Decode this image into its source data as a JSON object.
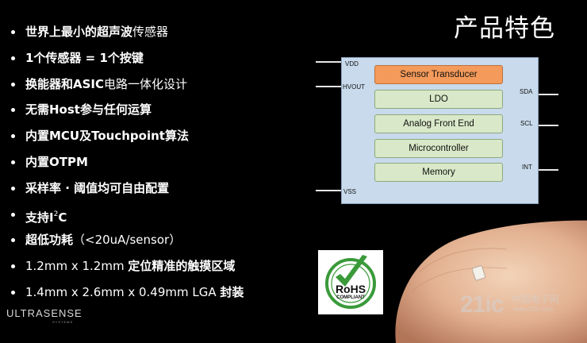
{
  "title": "产品特色",
  "bullets": [
    {
      "lead": "世界上最小的超声波",
      "rest": "传感器"
    },
    {
      "lead": "1个传感器 = 1个按键",
      "rest": ""
    },
    {
      "lead": "换能器和ASIC",
      "rest": "电路一体化设计"
    },
    {
      "lead": "无需Host参与任何运算",
      "rest": ""
    },
    {
      "lead": "内置MCU及Touchpoint算法",
      "rest": ""
    },
    {
      "lead": "内置OTPM",
      "rest": ""
    },
    {
      "lead": "采样率 · 阈值均可自由配置",
      "rest": ""
    },
    {
      "lead": "支持I",
      "sup": "2",
      "rest": "C"
    },
    {
      "lead": "超低功耗",
      "rest": "（<20uA/sensor）"
    },
    {
      "lead": "1.2mm x 1.2mm ",
      "rest": "定位精准的触摸区域"
    },
    {
      "lead": "1.4mm x 2.6mm x 0.49mm LGA ",
      "rest": "封装"
    }
  ],
  "diagram": {
    "pins_left": [
      "VDD",
      "HVOUT",
      "VSS"
    ],
    "pins_right": [
      "SDA",
      "SCL",
      "INT"
    ],
    "blocks": [
      "Sensor Transducer",
      "LDO",
      "Analog Front End",
      "Microcontroller",
      "Memory"
    ]
  },
  "rohs": {
    "line1": "RoHS",
    "line2": "COMPLIANT",
    "check_color": "#3a9a3a"
  },
  "logo": {
    "name": "ULTRASENSE",
    "sub": "SYSTEMS"
  },
  "watermark": {
    "brand": "21ic",
    "cn": "中国电子网",
    "url": "www.21ic.com"
  }
}
